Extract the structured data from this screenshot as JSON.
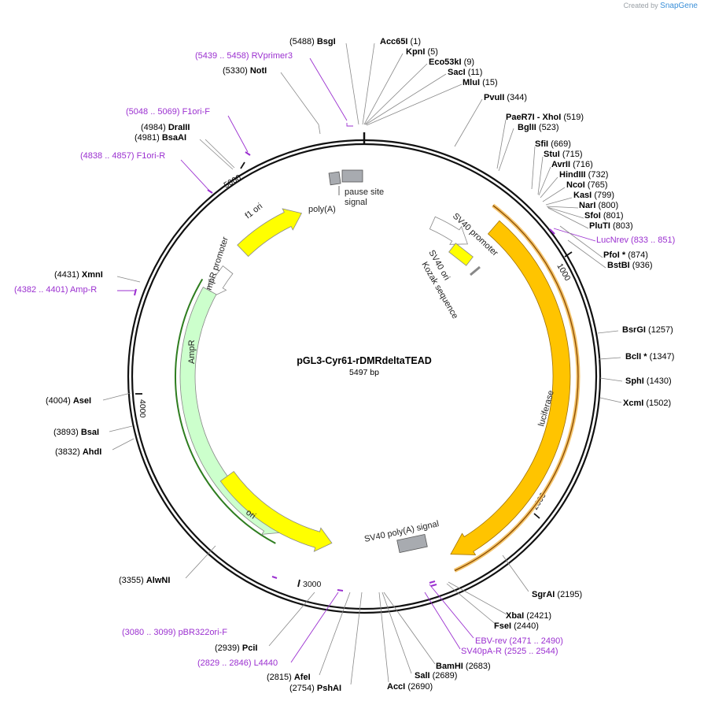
{
  "brand": {
    "prefix": "Created by",
    "name": "SnapGene"
  },
  "plasmid": {
    "name": "pGL3-Cyr61-rDMRdeltaTEAD",
    "size_label": "5497 bp",
    "length": 5497
  },
  "colors": {
    "f1ori": "#ffff00",
    "ori": "#ffff00",
    "amp": "#ccffcc",
    "amp_edge": "#2e7d1f",
    "luciferase": "#ffc400",
    "luc_primer": "#f4b400",
    "grey": "#a8abb0",
    "primer": "#9b30d0"
  },
  "ticks": [
    "1000",
    "2000",
    "3000",
    "4000",
    "5000"
  ],
  "features": [
    {
      "name": "f1 ori",
      "label": "f1 ori"
    },
    {
      "name": "AmpR promoter",
      "label": "AmpR promoter"
    },
    {
      "name": "AmpR",
      "label": "AmpR"
    },
    {
      "name": "ori",
      "label": "ori"
    },
    {
      "name": "SV40 promoter",
      "label": "SV40 promoter"
    },
    {
      "name": "SV40 ori",
      "label": "SV40 ori"
    },
    {
      "name": "Kozak sequence",
      "label": "Kozak sequence"
    },
    {
      "name": "luciferase",
      "label": "luciferase"
    },
    {
      "name": "SV40 poly(A) signal",
      "label": "SV40 poly(A) signal"
    },
    {
      "name": "poly(A) signal",
      "label": "poly(A)"
    },
    {
      "name": "pause site",
      "label": "pause site"
    },
    {
      "name": "signal",
      "label": "signal"
    }
  ],
  "sites": [
    {
      "name": "BsgI",
      "pos": "(5488)"
    },
    {
      "name": "Acc65I",
      "pos": "(1)"
    },
    {
      "name": "KpnI",
      "pos": "(5)"
    },
    {
      "name": "Eco53kI",
      "pos": "(9)"
    },
    {
      "name": "SacI",
      "pos": "(11)"
    },
    {
      "name": "MluI",
      "pos": "(15)"
    },
    {
      "name": "NotI",
      "pos": "(5330)"
    },
    {
      "name": "PvuII",
      "pos": "(344)"
    },
    {
      "name": "PaeR7I",
      "pos": ""
    },
    {
      "name": "- XhoI",
      "pos": "(519)"
    },
    {
      "name": "BglII",
      "pos": "(523)"
    },
    {
      "name": "DraIII",
      "pos": "(4984)"
    },
    {
      "name": "BsaAI",
      "pos": "(4981)"
    },
    {
      "name": "SfiI",
      "pos": "(669)"
    },
    {
      "name": "StuI",
      "pos": "(715)"
    },
    {
      "name": "AvrII",
      "pos": "(716)"
    },
    {
      "name": "HindIII",
      "pos": "(732)"
    },
    {
      "name": "NcoI",
      "pos": "(765)"
    },
    {
      "name": "KasI",
      "pos": "(799)"
    },
    {
      "name": "NarI",
      "pos": "(800)"
    },
    {
      "name": "SfoI",
      "pos": "(801)"
    },
    {
      "name": "PluTI",
      "pos": "(803)"
    },
    {
      "name": "PfoI *",
      "pos": "(874)"
    },
    {
      "name": "BstBI",
      "pos": "(936)"
    },
    {
      "name": "XmnI",
      "pos": "(4431)"
    },
    {
      "name": "BsrGI",
      "pos": "(1257)"
    },
    {
      "name": "BclI *",
      "pos": "(1347)"
    },
    {
      "name": "SphI",
      "pos": "(1430)"
    },
    {
      "name": "XcmI",
      "pos": "(1502)"
    },
    {
      "name": "AseI",
      "pos": "(4004)"
    },
    {
      "name": "BsaI",
      "pos": "(3893)"
    },
    {
      "name": "AhdI",
      "pos": "(3832)"
    },
    {
      "name": "AlwNI",
      "pos": "(3355)"
    },
    {
      "name": "SgrAI",
      "pos": "(2195)"
    },
    {
      "name": "XbaI",
      "pos": "(2421)"
    },
    {
      "name": "FseI",
      "pos": "(2440)"
    },
    {
      "name": "PciI",
      "pos": "(2939)"
    },
    {
      "name": "AfeI",
      "pos": "(2815)"
    },
    {
      "name": "PshAI",
      "pos": "(2754)"
    },
    {
      "name": "AccI",
      "pos": "(2690)"
    },
    {
      "name": "SalI",
      "pos": "(2689)"
    },
    {
      "name": "BamHI",
      "pos": "(2683)"
    }
  ],
  "primers": [
    {
      "range": "(5439 .. 5458)",
      "name": "RVprimer3"
    },
    {
      "range": "(5048 .. 5069)",
      "name": "F1ori-F"
    },
    {
      "range": "(4838 .. 4857)",
      "name": "F1ori-R"
    },
    {
      "range": "",
      "name": "LucNrev",
      "range2": "(833 .. 851)"
    },
    {
      "range": "(4382 .. 4401)",
      "name": "Amp-R"
    },
    {
      "range": "(3080 .. 3099)",
      "name": "pBR322ori-F"
    },
    {
      "range": "(2829 .. 2846)",
      "name": "L4440"
    },
    {
      "range": "",
      "name": "EBV-rev",
      "range2": "(2471 .. 2490)"
    },
    {
      "range": "",
      "name": "SV40pA-R",
      "range2": "(2525 .. 2544)"
    }
  ]
}
